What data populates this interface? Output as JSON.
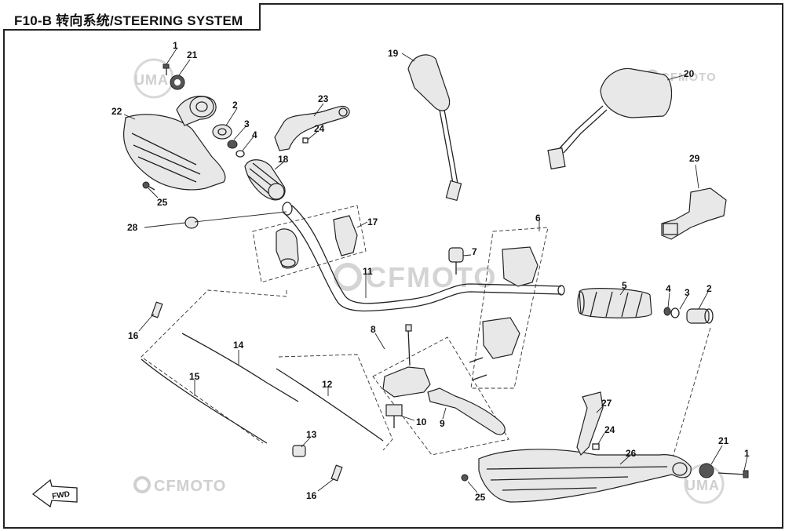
{
  "title": "F10-B 转向系统/STEERING SYSTEM",
  "watermarks": {
    "brand": "CFMOTO",
    "uma": "UMA"
  },
  "fwd_label": "FWD",
  "callouts": [
    "1",
    "21",
    "2",
    "3",
    "4",
    "22",
    "25",
    "23",
    "24",
    "18",
    "28",
    "17",
    "19",
    "20",
    "29",
    "6",
    "7",
    "11",
    "5",
    "4",
    "3",
    "2",
    "16",
    "14",
    "15",
    "8",
    "12",
    "13",
    "10",
    "9",
    "27",
    "24",
    "26",
    "21",
    "1",
    "16",
    "25"
  ]
}
